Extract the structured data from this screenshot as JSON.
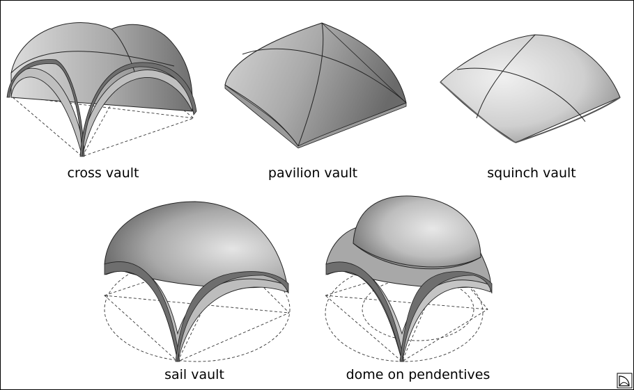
{
  "labels": {
    "cross_vault": "cross vault",
    "pavilion_vault": "pavilion vault",
    "squinch_vault": "squinch vault",
    "sail_vault": "sail vault",
    "dome_on_pendentives": "dome on pendentives"
  },
  "colors": {
    "surface_light": "#e6e6e6",
    "surface_mid": "#b3b3b3",
    "surface_dark": "#777777",
    "rib": "#6e6e6e",
    "line": "#222222"
  },
  "icons": {
    "corner_logo": "vault-symbol-icon"
  }
}
